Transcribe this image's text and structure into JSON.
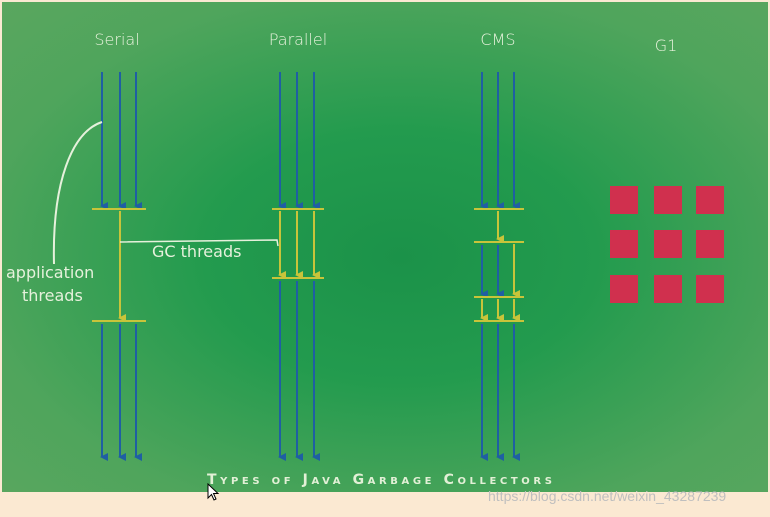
{
  "columns": {
    "serial": "Serial",
    "parallel": "Parallel",
    "cms": "CMS",
    "g1": "G1"
  },
  "labels": {
    "application_line1": "application",
    "application_line2": "threads",
    "gc_threads": "GC threads"
  },
  "footer": {
    "title": "Types of Java Garbage Collectors"
  },
  "watermark": "https://blog.csdn.net/weixin_43287239",
  "colors": {
    "background": "#239b4e",
    "app_thread": "#1f5fa3",
    "gc_thread": "#c8c43a",
    "g1_region": "#d0304e"
  },
  "g1_grid": {
    "rows": 3,
    "cols": 3
  }
}
